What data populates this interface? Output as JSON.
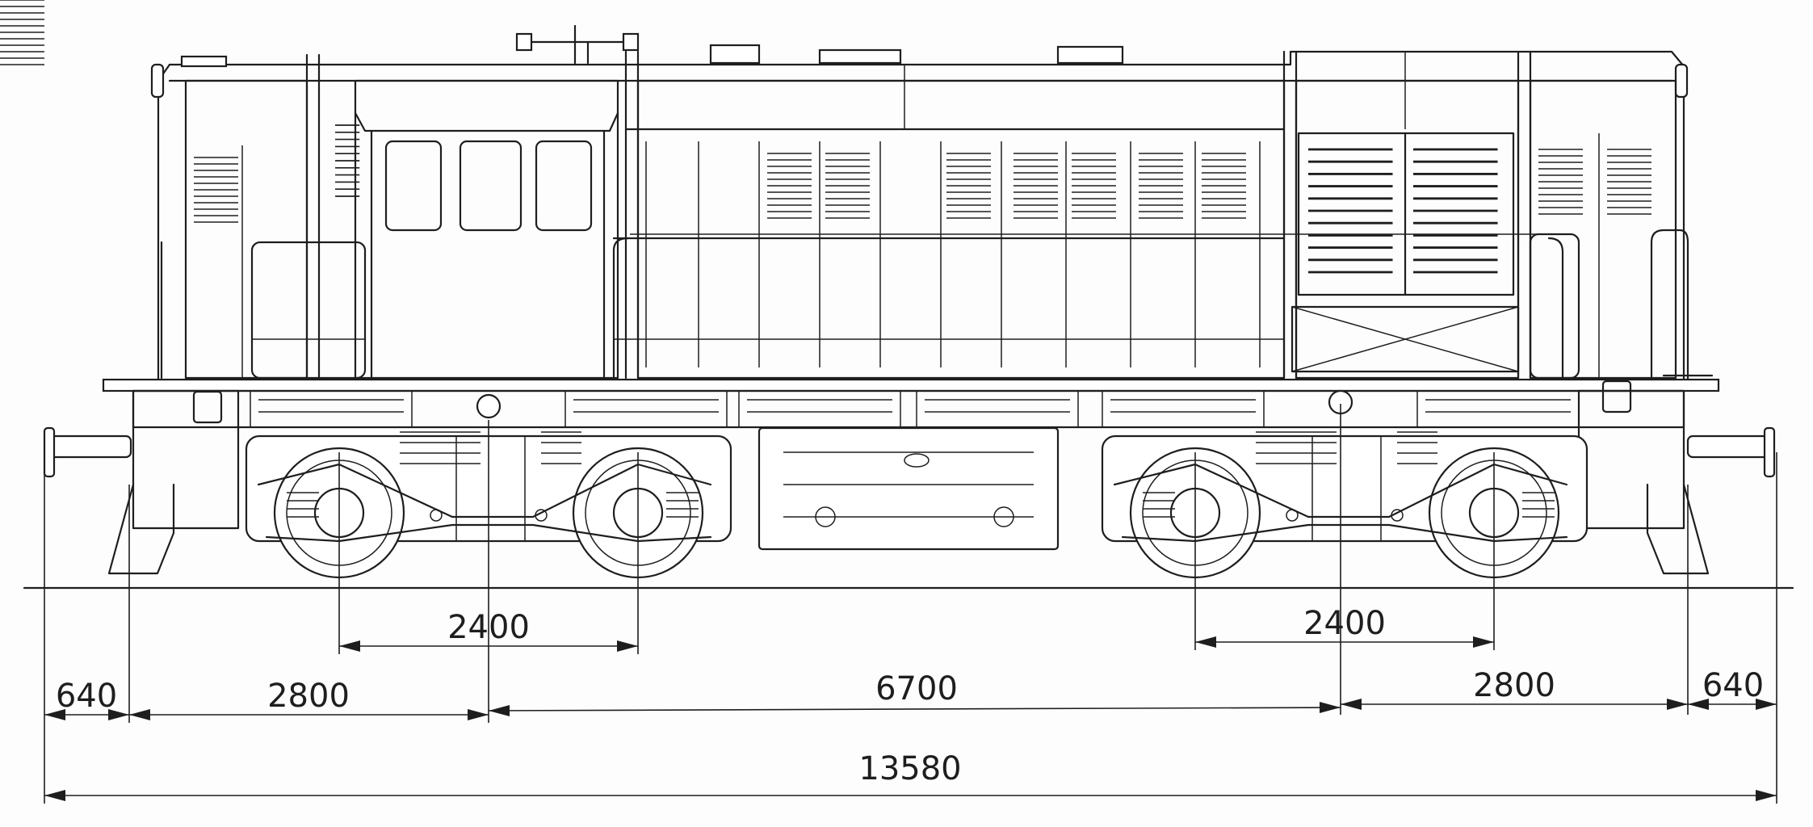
{
  "dimensions": {
    "wheelbase_front": "2400",
    "wheelbase_rear": "2400",
    "overhang_front": "640",
    "bogie_offset_front": "2800",
    "bogie_centers": "6700",
    "bogie_offset_rear": "2800",
    "overhang_rear": "640",
    "overall_length": "13580"
  }
}
